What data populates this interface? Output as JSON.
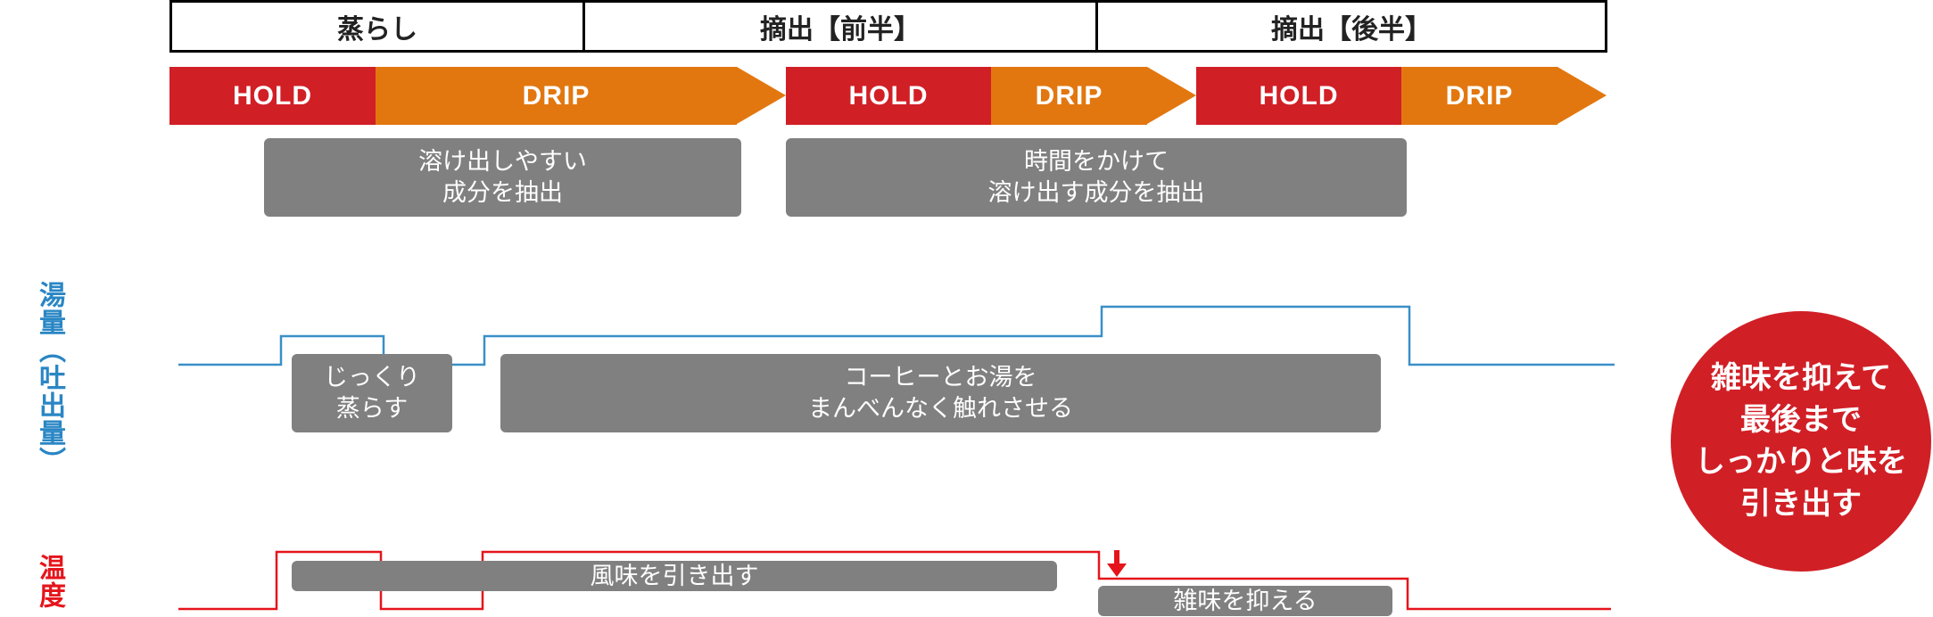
{
  "phases": [
    "蒸らし",
    "摘出【前半】",
    "摘出【後半】"
  ],
  "arrow_segments": [
    {
      "label": "HOLD",
      "type": "hold"
    },
    {
      "label": "DRIP",
      "type": "drip"
    },
    {
      "label": "HOLD",
      "type": "hold"
    },
    {
      "label": "DRIP",
      "type": "drip"
    },
    {
      "label": "HOLD",
      "type": "hold"
    },
    {
      "label": "DRIP",
      "type": "drip"
    }
  ],
  "top_notes": [
    "溶け出しやすい\n成分を抽出",
    "時間をかけて\n溶け出す成分を抽出"
  ],
  "water_label": "湯量︵吐出量︶",
  "water_notes": [
    "じっくり\n蒸らす",
    "コーヒーとお湯を\nまんべんなく触れさせる"
  ],
  "temp_label": "温度",
  "temp_notes": [
    "風味を引き出す",
    "雑味を抑える"
  ],
  "summary": "雑味を抑えて\n最後まで\nしっかりと味を\n引き出す",
  "colors": {
    "hold": "#d11f26",
    "drip": "#e2770f",
    "water_line": "#3a8fc8",
    "temp_line": "#e5141b",
    "note_box": "#808080"
  }
}
